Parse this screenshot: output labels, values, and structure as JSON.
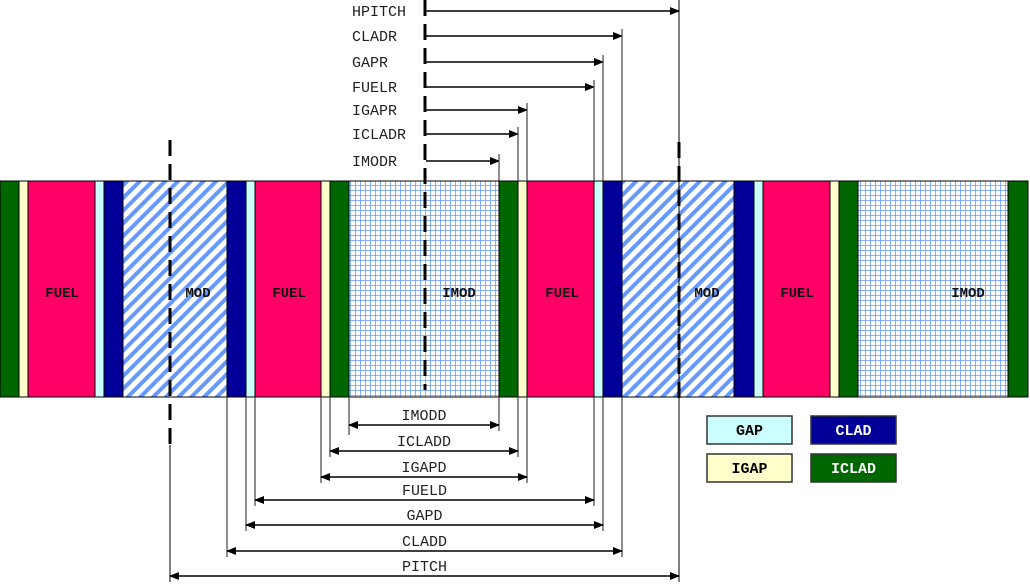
{
  "colors": {
    "fuel": "#ff0066",
    "gap": "#ccffff",
    "clad": "#000099",
    "igap": "#ffffcc",
    "iclad": "#006600",
    "mod": "#6699ff",
    "imod": "#6699ff"
  },
  "regions": {
    "fuel": "FUEL",
    "mod": "MOD",
    "imod": "IMOD"
  },
  "radial_dims": [
    "HPITCH",
    "CLADR",
    "GAPR",
    "FUELR",
    "IGAPR",
    "ICLADR",
    "IMODR"
  ],
  "width_dims": [
    "IMODD",
    "ICLADD",
    "IGAPD",
    "FUELD",
    "GAPD",
    "CLADD",
    "PITCH"
  ],
  "legend": {
    "gap": "GAP",
    "clad": "CLAD",
    "igap": "IGAP",
    "iclad": "ICLAD"
  }
}
